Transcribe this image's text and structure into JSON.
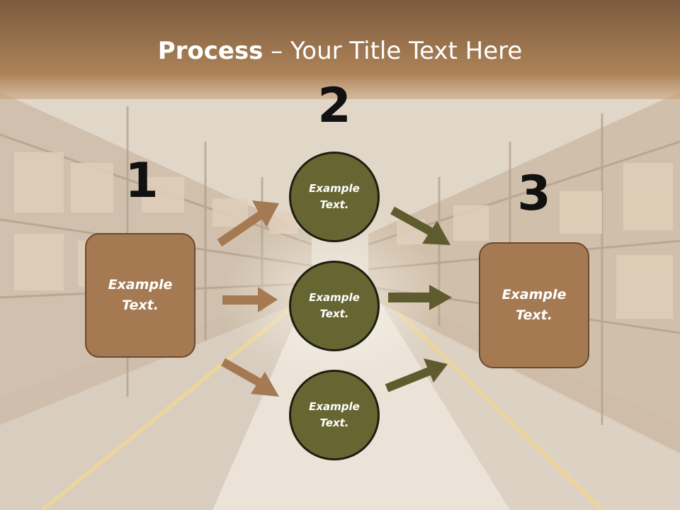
{
  "slide": {
    "title_bold": "Process",
    "title_rest": " – Your Title Text Here"
  },
  "steps": [
    {
      "number": "1",
      "label": "Example\nText."
    },
    {
      "number": "2",
      "label": ""
    },
    {
      "number": "3",
      "label": "Example\nText."
    }
  ],
  "circles": [
    {
      "label": "Example\nText."
    },
    {
      "label": "Example\nText."
    },
    {
      "label": "Example\nText."
    }
  ],
  "colors": {
    "header": "#9c7450",
    "box_fill": "#a57a53",
    "circle_fill": "#676633",
    "arrow_in": "#a57a53",
    "arrow_out": "#5e5c2e"
  }
}
